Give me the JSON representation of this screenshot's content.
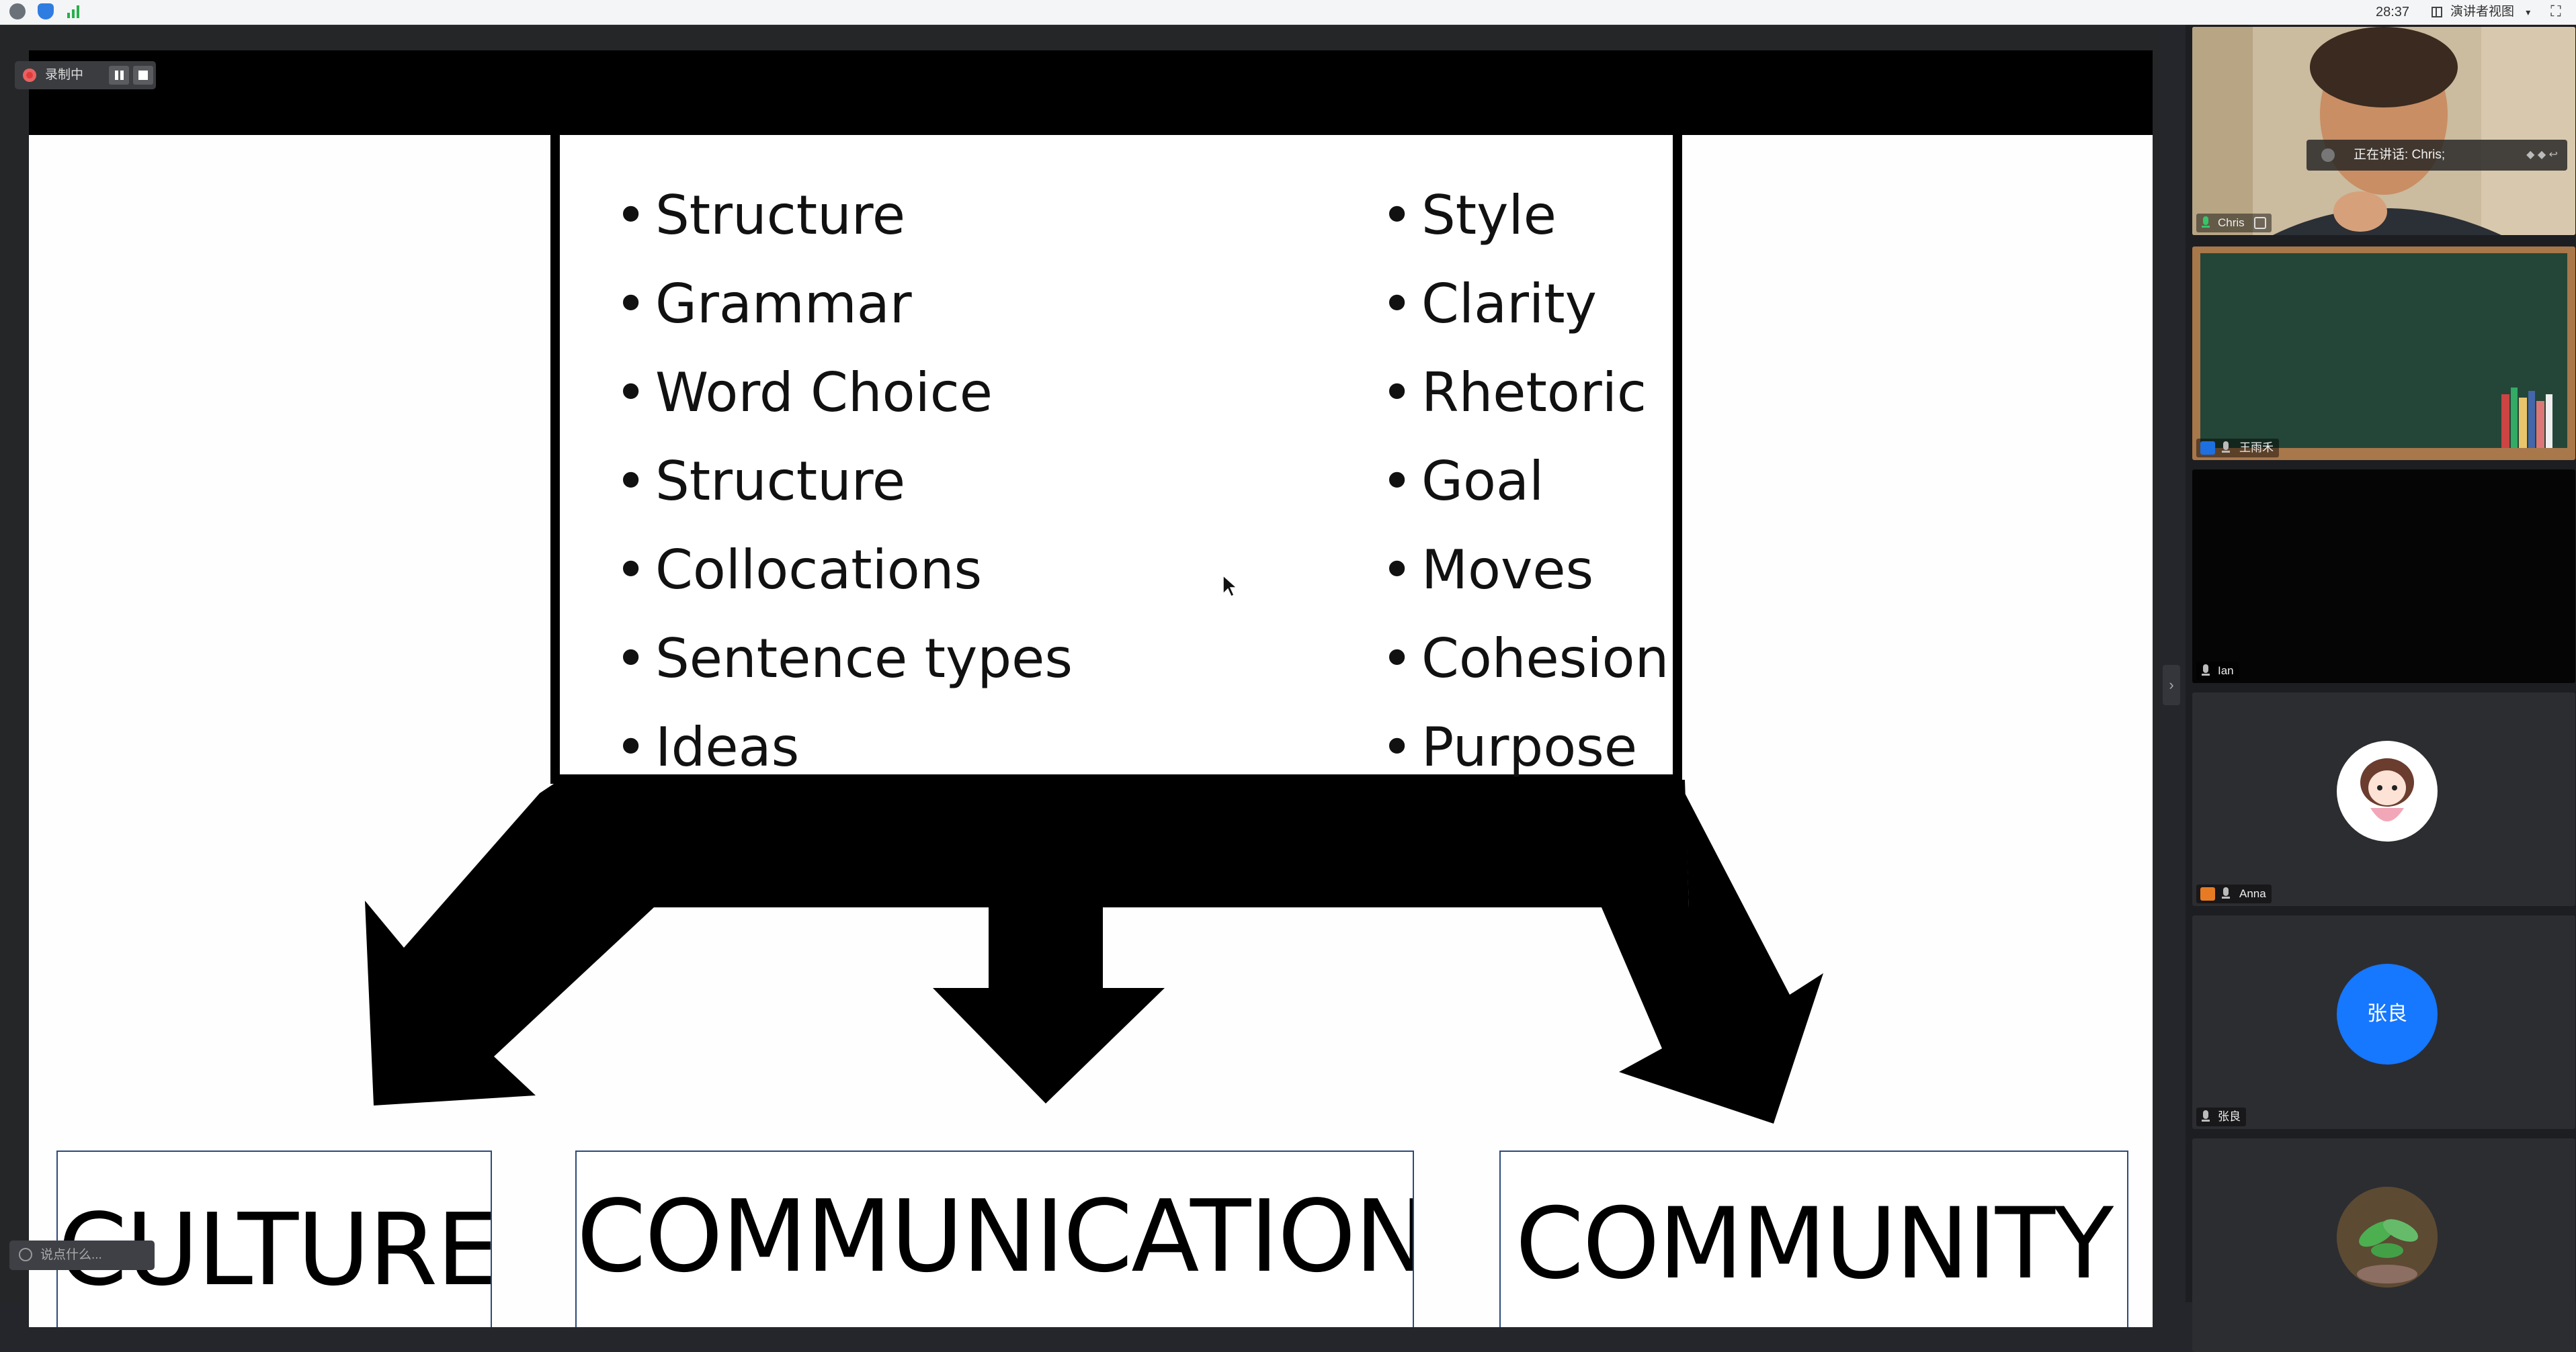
{
  "topbar": {
    "icons": [
      "info-icon",
      "shield-icon",
      "signal-icon"
    ],
    "timer": "28:37",
    "view_mode_label": "演讲者视图",
    "fullscreen_icon": "fullscreen-icon"
  },
  "recording": {
    "status_label": "录制中",
    "pause_icon": "pause-icon",
    "stop_icon": "stop-icon"
  },
  "slide": {
    "left_items": [
      "Structure",
      "Grammar",
      "Word Choice",
      "Structure",
      "Collocations",
      "Sentence types",
      "Ideas"
    ],
    "right_items": [
      "Style",
      "Clarity",
      "Rhetoric",
      "Goal",
      "Moves",
      "Cohesion",
      "Purpose"
    ],
    "categories": {
      "culture": "CULTURE",
      "communication": "COMMUNICATION",
      "community": "COMMUNITY"
    }
  },
  "chat": {
    "placeholder": "说点什么..."
  },
  "sidebar": {
    "speaking_text": "正在讲话: Chris;",
    "participants": [
      {
        "name": "Chris",
        "mic": "active"
      },
      {
        "name": "王雨禾",
        "mic": "on"
      },
      {
        "name": "Ian",
        "mic": "on"
      },
      {
        "name": "Anna",
        "mic": "on"
      },
      {
        "name": "张良",
        "mic": "on",
        "avatar_text": "张良"
      },
      {
        "name": "",
        "mic": "on"
      }
    ]
  },
  "colors": {
    "user_badge_blue": "#1e6fe0",
    "user_badge_orange": "#e77b23",
    "zhang_avatar_blue": "#1677ff",
    "active_speaker_border": "#e4c34b"
  }
}
